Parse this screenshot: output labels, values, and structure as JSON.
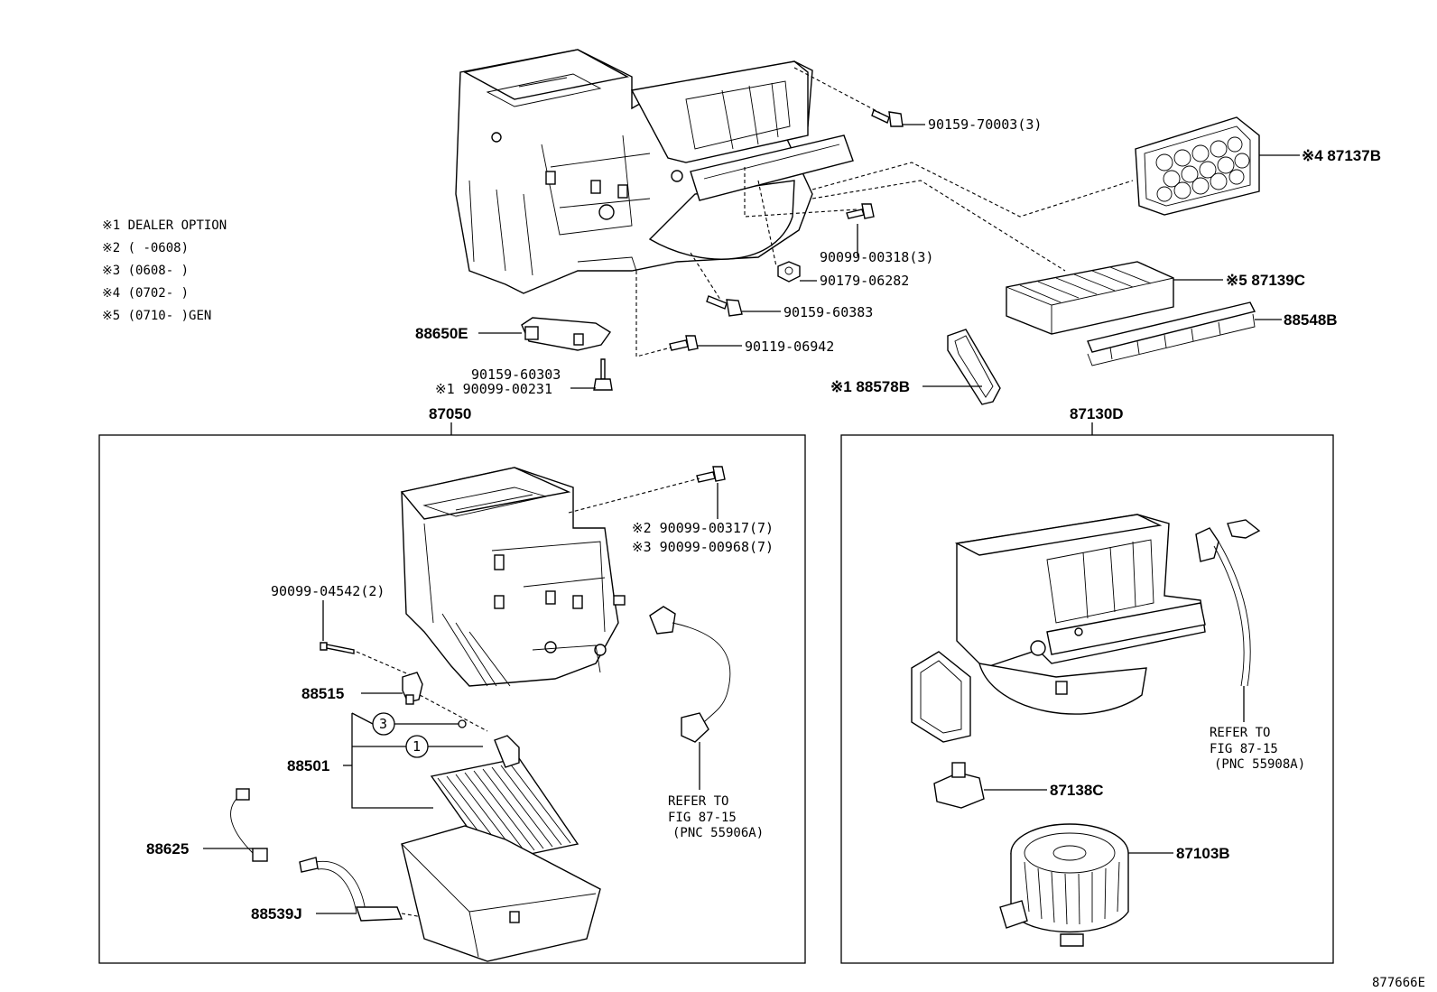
{
  "notes": {
    "n1": "※1 DEALER OPTION",
    "n2": "※2 (    -0608)",
    "n3": "※3 (0608-    )",
    "n4": "※4 (0702-    )",
    "n5": "※5 (0710-    )GEN"
  },
  "parts": {
    "p90159_70003": "90159-70003(3)",
    "p87137B": "※4 87137B",
    "p90099_00318": "90099-00318(3)",
    "p90179_06282": "90179-06282",
    "p87139C": "※5 87139C",
    "p90159_60383": "90159-60383",
    "p88548B": "88548B",
    "p88650E": "88650E",
    "p90119_06942": "90119-06942",
    "p90159_60303": "90159-60303",
    "p90099_00231": "※1 90099-00231",
    "p88578B": "※1 88578B",
    "p87050": "87050",
    "p87130D": "87130D",
    "p90099_00317": "※2 90099-00317(7)",
    "p90099_00968": "※3 90099-00968(7)",
    "p90099_04542": "90099-04542(2)",
    "p88515": "88515",
    "p88501": "88501",
    "p88625": "88625",
    "p88539J": "88539J",
    "p87138C": "87138C",
    "p87103B": "87103B",
    "circle3": "3",
    "circle1": "1"
  },
  "refs": {
    "left": {
      "l1": "REFER TO",
      "l2": "FIG 87-15",
      "l3": "(PNC 55906A)"
    },
    "right": {
      "l1": "REFER TO",
      "l2": "FIG 87-15",
      "l3": "(PNC 55908A)"
    }
  },
  "figure_id": "877666E"
}
